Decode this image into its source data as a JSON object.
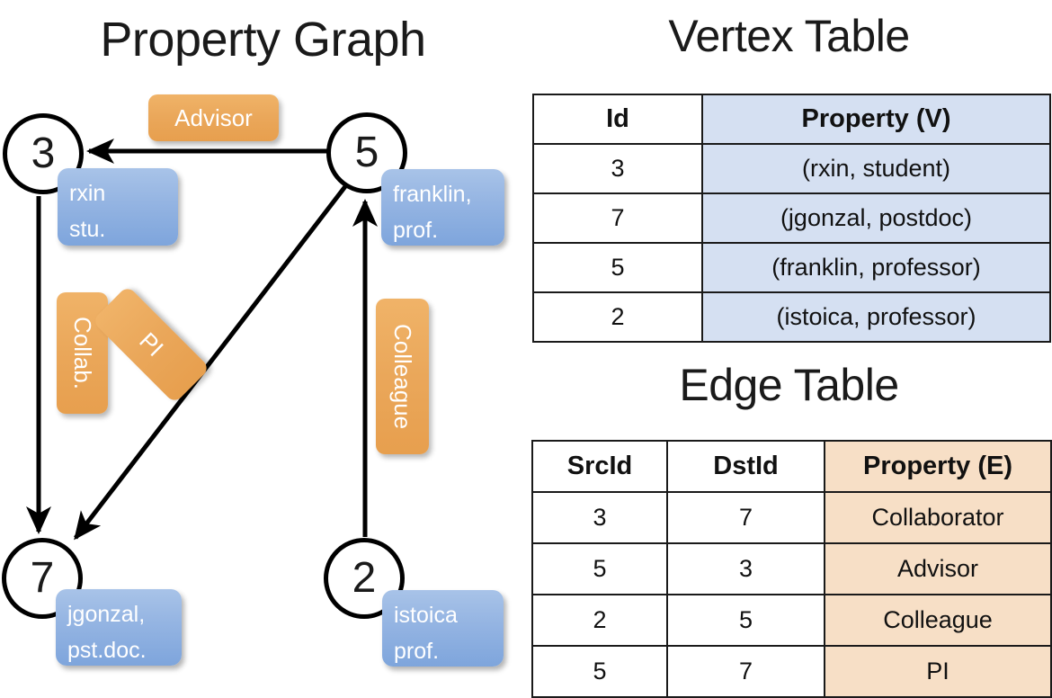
{
  "panels": {
    "graph_title": "Property Graph",
    "vertex_title": "Vertex Table",
    "edge_title": "Edge Table"
  },
  "graph": {
    "nodes": [
      {
        "id": "3",
        "name": "node-3",
        "property_lines": [
          "rxin",
          "stu."
        ]
      },
      {
        "id": "5",
        "name": "node-5",
        "property_lines": [
          "franklin,",
          "prof."
        ]
      },
      {
        "id": "7",
        "name": "node-7",
        "property_lines": [
          "jgonzal,",
          "pst.doc."
        ]
      },
      {
        "id": "2",
        "name": "node-2",
        "property_lines": [
          "istoica",
          "prof."
        ]
      }
    ],
    "edge_labels": [
      {
        "name": "advisor",
        "text": "Advisor"
      },
      {
        "name": "collab",
        "text": "Collab."
      },
      {
        "name": "pi",
        "text": "PI"
      },
      {
        "name": "colleague",
        "text": "Colleague"
      }
    ],
    "edges": [
      {
        "src": "5",
        "dst": "3",
        "label": "Advisor"
      },
      {
        "src": "3",
        "dst": "7",
        "label": "Collab."
      },
      {
        "src": "5",
        "dst": "7",
        "label": "PI"
      },
      {
        "src": "2",
        "dst": "5",
        "label": "Colleague"
      }
    ]
  },
  "vertex_table": {
    "headers": [
      "Id",
      "Property (V)"
    ],
    "rows": [
      {
        "id": "3",
        "property": "(rxin, student)"
      },
      {
        "id": "7",
        "property": "(jgonzal, postdoc)"
      },
      {
        "id": "5",
        "property": "(franklin, professor)"
      },
      {
        "id": "2",
        "property": "(istoica, professor)"
      }
    ]
  },
  "edge_table": {
    "headers": [
      "SrcId",
      "DstId",
      "Property (E)"
    ],
    "rows": [
      {
        "src": "3",
        "dst": "7",
        "property": "Collaborator"
      },
      {
        "src": "5",
        "dst": "3",
        "property": "Advisor"
      },
      {
        "src": "2",
        "dst": "5",
        "property": "Colleague"
      },
      {
        "src": "5",
        "dst": "7",
        "property": "PI"
      }
    ]
  },
  "colors": {
    "vertex_property_fill": "#d5e0f2",
    "edge_property_fill": "#f7dfc6",
    "node_chip_blue": "#94b4e2",
    "edge_chip_orange": "#eaa75a",
    "stroke": "#000000"
  }
}
